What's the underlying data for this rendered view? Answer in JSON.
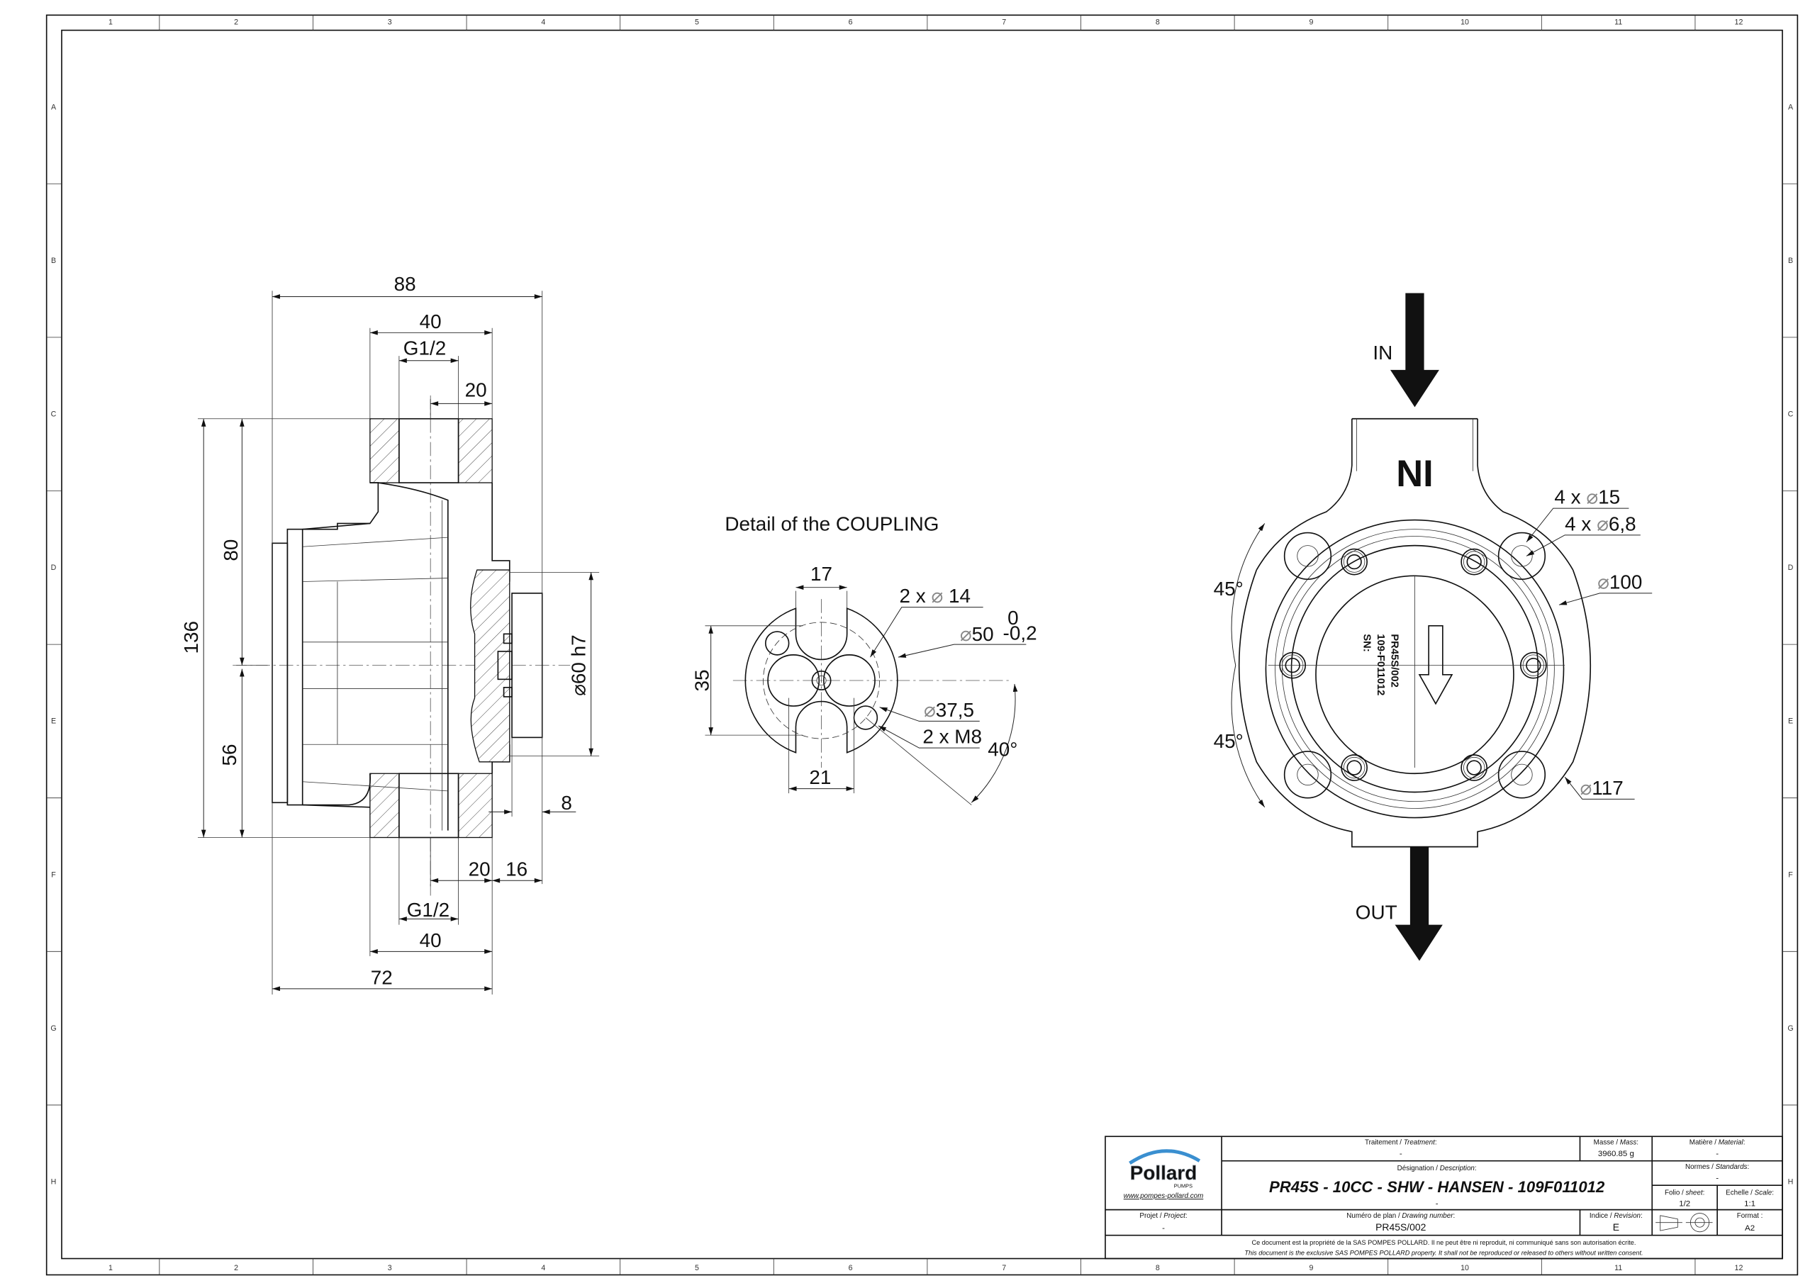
{
  "frame": {
    "columns": [
      "1",
      "2",
      "3",
      "4",
      "5",
      "6",
      "7",
      "8",
      "9",
      "10",
      "11",
      "12"
    ],
    "rows": [
      "A",
      "B",
      "C",
      "D",
      "E",
      "F",
      "G",
      "H"
    ]
  },
  "side_view": {
    "dims": {
      "overall_length": "88",
      "port_width_top": "40",
      "thread_top": "G1/2",
      "port_offset_top": "20",
      "height": "136",
      "upper_height": "80",
      "lower_height": "56",
      "shaft_diameter": "60 h7",
      "shaft_length": "8",
      "port_offset_bottom": "20",
      "flange_offset": "16",
      "thread_bottom": "G1/2",
      "port_width_bottom": "40",
      "body_length": "72"
    }
  },
  "coupling_detail": {
    "title": "Detail of the COUPLING",
    "dims": {
      "slot_width": "17",
      "bore_spacing": "21",
      "height": "35",
      "bores": "2 x ",
      "bores_value": "14",
      "outer_diameter": "50",
      "tol_upper": "0",
      "tol_lower": "-0,2",
      "pitch_diameter": "37,5",
      "threads": "2 x M8",
      "angle": "40°"
    }
  },
  "front_view": {
    "inlet_label": "IN",
    "outlet_label": "OUT",
    "inlet_marking": "NI",
    "plate_lines": [
      "PR45S/002",
      "109-F011012",
      "SN:"
    ],
    "dims": {
      "lug_holes": "4 x ",
      "lug_holes_value": "15",
      "tapped_holes": "4 x ",
      "tapped_holes_value": "6,8",
      "ring_diameter": "100",
      "outer_diameter": "117",
      "angle_top": "45°",
      "angle_bottom": "45°"
    }
  },
  "title_block": {
    "logo_text": "Pollard",
    "logo_sub": "PUMPS",
    "website": "www.pompes-pollard.com",
    "treatment_label": "Traitement / ",
    "treatment_label_en": "Treatment",
    "treatment_value": "-",
    "mass_label": "Masse / ",
    "mass_label_en": "Mass",
    "mass_value": "3960.85 g",
    "material_label": "Matière / ",
    "material_label_en": "Material",
    "material_value": "-",
    "description_label": "Désignation / ",
    "description_label_en": "Description",
    "description_value": "PR45S - 10CC - SHW - HANSEN - 109F011012",
    "description_sub": "-",
    "standards_label": "Normes / ",
    "standards_label_en": "Standards",
    "standards_value": "-",
    "sheet_label": "Folio / ",
    "sheet_label_en": "sheet",
    "sheet_value": "1/2",
    "scale_label": "Echelle / ",
    "scale_label_en": "Scale",
    "scale_value": "1:1",
    "project_label": "Projet / ",
    "project_label_en": "Project",
    "project_value": "-",
    "drawing_number_label": "Numéro de plan / ",
    "drawing_number_label_en": "Drawing number",
    "drawing_number_value": "PR45S/002",
    "revision_label": "Indice / ",
    "revision_label_en": "Revision",
    "revision_value": "E",
    "format_label": "Format :",
    "format_value": "A2",
    "notice_fr": "Ce document est la propriété de la SAS POMPES POLLARD. Il ne peut être ni reproduit, ni communiqué sans son autorisation écrite.",
    "notice_en": "This document is the exclusive SAS POMPES POLLARD property. It shall not be reproduced or released to others without written consent.",
    "colors": {
      "logo_blue": "#3a8fd0",
      "logo_grey": "#9aa4ad"
    }
  }
}
